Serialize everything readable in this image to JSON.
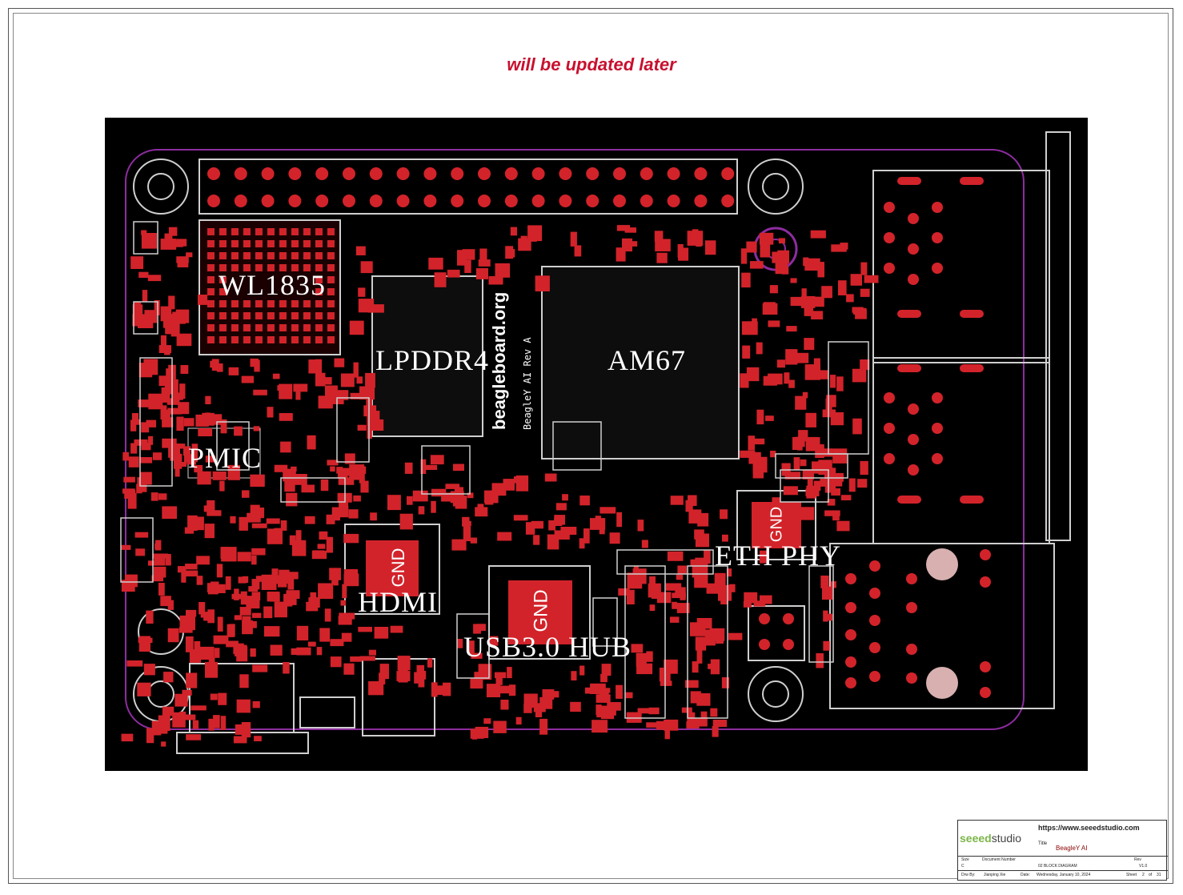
{
  "note": "will be updated later",
  "pcb": {
    "labels": {
      "wl1835": "WL1835",
      "lpddr4": "LPDDR4",
      "am67": "AM67",
      "pmic": "PMIC",
      "hdmi": "HDMI",
      "usb_hub": "USB3.0 HUB",
      "eth_phy": "ETH PHY",
      "gnd": "GND"
    },
    "silkscreen": {
      "brand": "beagleboard.org",
      "model": "BeagleY AI Rev A"
    },
    "colors": {
      "board": "#000000",
      "copper": "#d2232a",
      "silk": "#ffffff",
      "outline": "#8e2ca0"
    }
  },
  "title_block": {
    "logo_brand": "seeed",
    "logo_suffix": "studio",
    "url": "https://www.seeedstudio.com",
    "title_label": "Title",
    "title": "BeagleY AI",
    "size_label": "Size",
    "size": "C",
    "doc_label": "Document Number",
    "doc": "02 BLOCK DIAGRAM",
    "rev_label": "Rev",
    "rev": "V1.0",
    "drawn_label": "Drw By:",
    "drawn": "Jianping Xie",
    "date_label": "Date:",
    "date": "Wednesday, January 10, 2024",
    "sheet_label": "Sheet",
    "sheet": "2",
    "of_label": "of",
    "sheets": "31"
  }
}
